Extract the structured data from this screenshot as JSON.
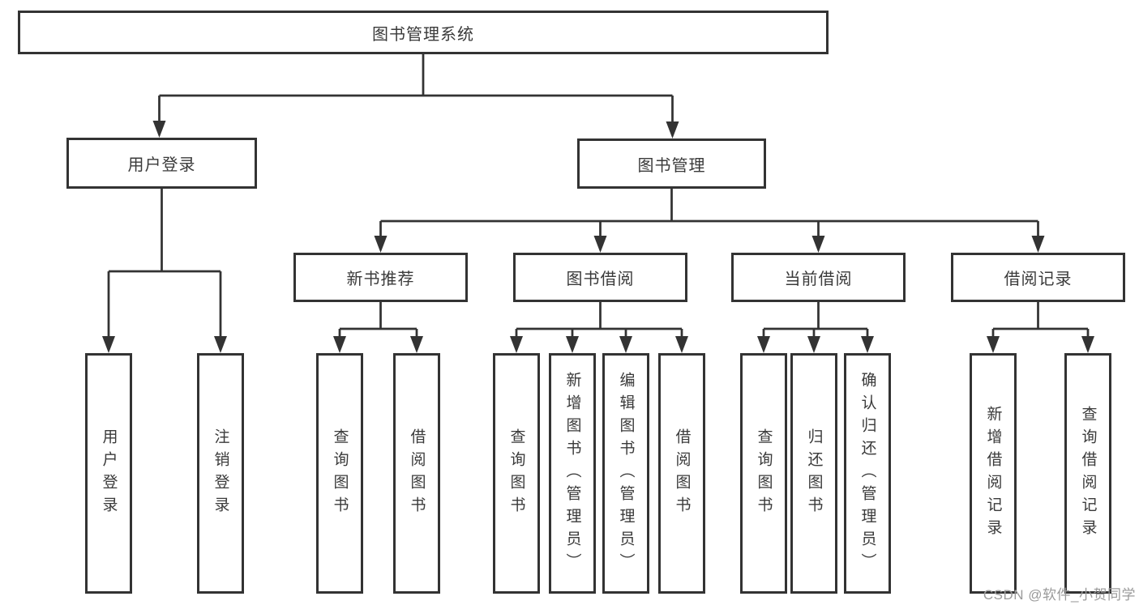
{
  "diagram": {
    "root": {
      "label": "图书管理系统"
    },
    "branches": [
      {
        "label": "用户登录",
        "children": [
          {
            "label": "用户登录"
          },
          {
            "label": "注销登录"
          }
        ]
      },
      {
        "label": "图书管理",
        "children": [
          {
            "label": "新书推荐",
            "children": [
              {
                "label": "查询图书"
              },
              {
                "label": "借阅图书"
              }
            ]
          },
          {
            "label": "图书借阅",
            "children": [
              {
                "label": "查询图书"
              },
              {
                "label": "新增图书（管理员）"
              },
              {
                "label": "编辑图书（管理员）"
              },
              {
                "label": "借阅图书"
              }
            ]
          },
          {
            "label": "当前借阅",
            "children": [
              {
                "label": "查询图书"
              },
              {
                "label": "归还图书"
              },
              {
                "label": "确认归还（管理员）"
              }
            ]
          },
          {
            "label": "借阅记录",
            "children": [
              {
                "label": "新增借阅记录"
              },
              {
                "label": "查询借阅记录"
              }
            ]
          }
        ]
      }
    ]
  },
  "watermark": {
    "text": "CSDN @软件_小贺同学"
  },
  "colors": {
    "line": "#333333",
    "box_border": "#333333",
    "text": "#3a3a3a",
    "watermark": "#9a9a9a",
    "background": "#ffffff"
  }
}
